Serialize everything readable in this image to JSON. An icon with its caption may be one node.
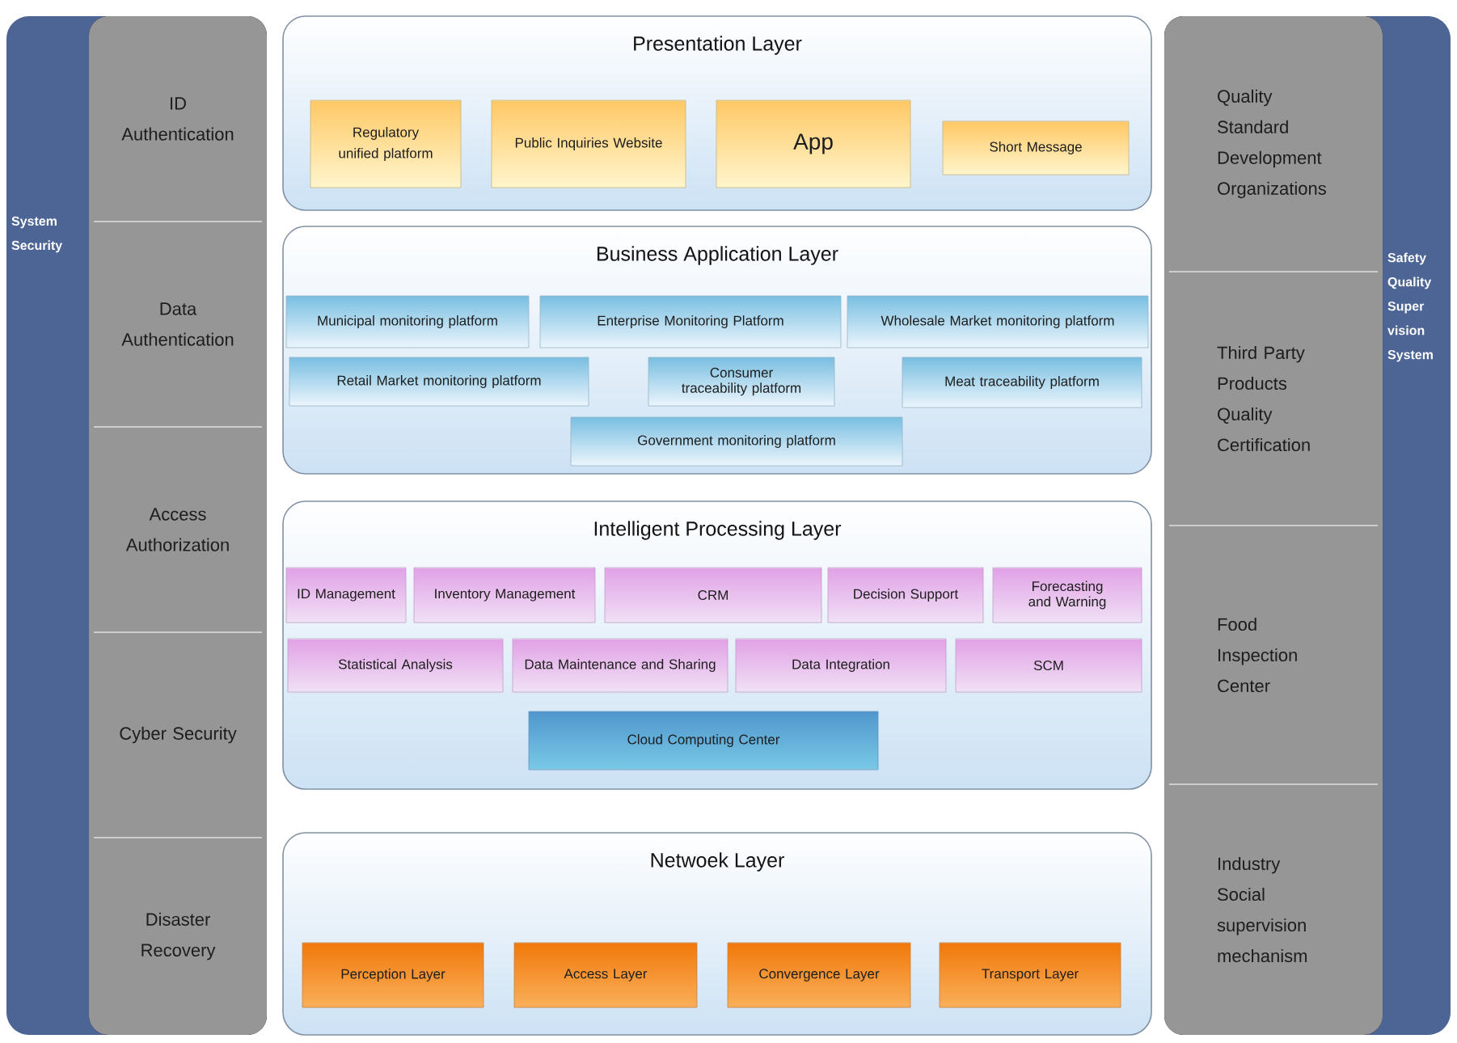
{
  "diagram": {
    "nodes": [
      {
        "text": [
          "System Security"
        ]
      },
      {
        "text": [
          "ID Authentication"
        ],
        "in": 0
      },
      {
        "text": [
          "Data Authentication"
        ],
        "in": 0
      },
      {
        "text": [
          "Access Authorization"
        ],
        "in": 0
      },
      {
        "text": [
          "Cyber Security"
        ],
        "in": 0
      },
      {
        "text": [
          "Disaster Recovery"
        ],
        "in": 0
      },
      {
        "text": [
          "Presentation Layer"
        ]
      },
      {
        "text": [
          "Regulatory unified platform"
        ],
        "in": 6
      },
      {
        "text": [
          "Public Inquiries Website"
        ],
        "in": 6
      },
      {
        "text": [
          "App"
        ],
        "in": 6
      },
      {
        "text": [
          "Short Message"
        ],
        "in": 6
      },
      {
        "text": [
          "Business Application Layer"
        ]
      },
      {
        "text": [
          "Municipal monitoring platform"
        ],
        "in": 11
      },
      {
        "text": [
          "Enterprise Monitoring Platform"
        ],
        "in": 11
      },
      {
        "text": [
          "Wholesale Market monitoring platform"
        ],
        "in": 11
      },
      {
        "text": [
          "Retail Market monitoring platform"
        ],
        "in": 11
      },
      {
        "text": [
          "Consumer traceability platform"
        ],
        "in": 11
      },
      {
        "text": [
          "Meat traceability platform"
        ],
        "in": 11
      },
      {
        "text": [
          "Government monitoring platform"
        ],
        "in": 11
      },
      {
        "text": [
          "Intelligent Processing Layer"
        ]
      },
      {
        "text": [
          "ID Management"
        ],
        "in": 19
      },
      {
        "text": [
          "Inventory Management"
        ],
        "in": 19
      },
      {
        "text": [
          "CRM"
        ],
        "in": 19
      },
      {
        "text": [
          "Decision Support"
        ],
        "in": 19
      },
      {
        "text": [
          "Forecasting and Warning"
        ],
        "in": 19
      },
      {
        "text": [
          "Statistical Analysis"
        ],
        "in": 19
      },
      {
        "text": [
          "Data Maintenance and Sharing"
        ],
        "in": 19
      },
      {
        "text": [
          "Data Integration"
        ],
        "in": 19
      },
      {
        "text": [
          "SCM"
        ],
        "in": 19
      },
      {
        "text": [
          "Cloud Computing Center"
        ],
        "in": 19
      },
      {
        "text": [
          "Netwoek Layer"
        ]
      },
      {
        "text": [
          "Perception Layer"
        ],
        "in": 30
      },
      {
        "text": [
          "Access Layer"
        ],
        "in": 30
      },
      {
        "text": [
          "Convergence Layer"
        ],
        "in": 30
      },
      {
        "text": [
          "Transport Layer"
        ],
        "in": 30
      },
      {
        "text": [
          "Safety Quality Super vision System"
        ]
      },
      {
        "text": [
          "Quality Standard Development Organizations"
        ],
        "in": 35
      },
      {
        "text": [
          "Third Party Products Quality Certification"
        ],
        "in": 35
      },
      {
        "text": [
          "Food Inspection Center"
        ],
        "in": 35
      },
      {
        "text": [
          "Industry Social supervision mechanism"
        ],
        "in": 35
      }
    ]
  }
}
